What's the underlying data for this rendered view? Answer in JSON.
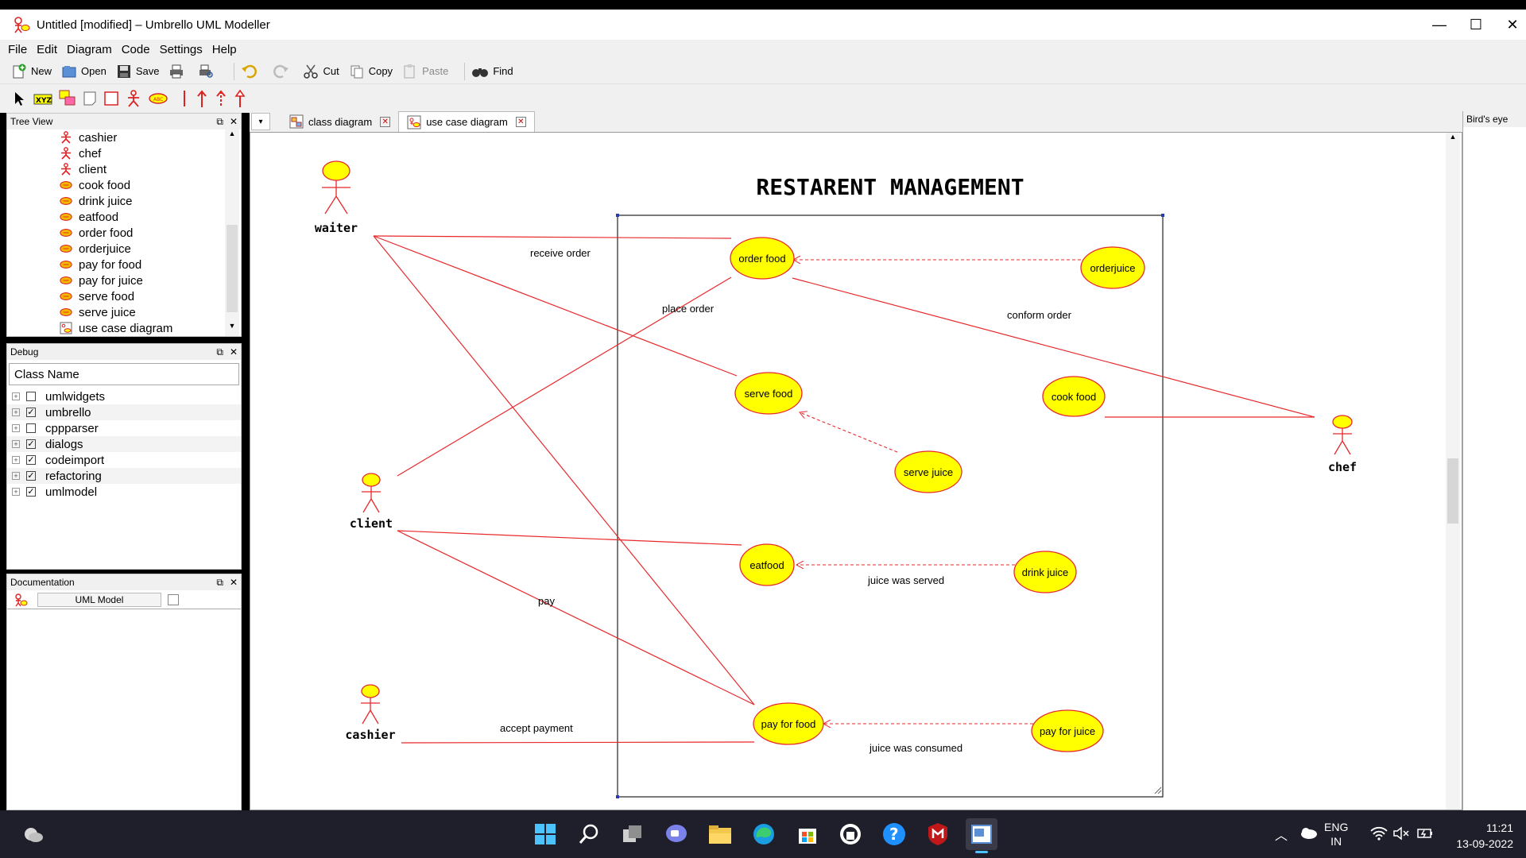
{
  "window": {
    "title": "Untitled [modified] – Umbrello UML Modeller"
  },
  "menu": [
    "File",
    "Edit",
    "Diagram",
    "Code",
    "Settings",
    "Help"
  ],
  "toolbar": {
    "new": "New",
    "open": "Open",
    "save": "Save",
    "cut": "Cut",
    "copy": "Copy",
    "paste": "Paste",
    "find": "Find"
  },
  "tree": {
    "title": "Tree View",
    "items": [
      {
        "label": "cashier",
        "icon": "actor-icon"
      },
      {
        "label": "chef",
        "icon": "actor-icon"
      },
      {
        "label": "client",
        "icon": "actor-icon"
      },
      {
        "label": "cook food",
        "icon": "usecase-icon"
      },
      {
        "label": "drink juice",
        "icon": "usecase-icon"
      },
      {
        "label": "eatfood",
        "icon": "usecase-icon"
      },
      {
        "label": "order food",
        "icon": "usecase-icon"
      },
      {
        "label": "orderjuice",
        "icon": "usecase-icon"
      },
      {
        "label": "pay for food",
        "icon": "usecase-icon"
      },
      {
        "label": "pay for juice",
        "icon": "usecase-icon"
      },
      {
        "label": "serve food",
        "icon": "usecase-icon"
      },
      {
        "label": "serve juice",
        "icon": "usecase-icon"
      },
      {
        "label": "use case diagram",
        "icon": "diagram-icon"
      }
    ]
  },
  "debug": {
    "title": "Debug",
    "column": "Class Name",
    "items": [
      {
        "label": "umlwidgets",
        "checked": false
      },
      {
        "label": "umbrello",
        "checked": true
      },
      {
        "label": "cppparser",
        "checked": false
      },
      {
        "label": "dialogs",
        "checked": true
      },
      {
        "label": "codeimport",
        "checked": true
      },
      {
        "label": "refactoring",
        "checked": true
      },
      {
        "label": "umlmodel",
        "checked": true
      }
    ]
  },
  "documentation": {
    "title": "Documentation",
    "field": "UML Model"
  },
  "tabs": [
    {
      "label": "class diagram",
      "active": false
    },
    {
      "label": "use case diagram",
      "active": true
    }
  ],
  "birdseye": {
    "title": "Bird's eye"
  },
  "diagram": {
    "title": "RESTARENT MANAGEMENT",
    "actors": {
      "waiter": "waiter",
      "client": "client",
      "cashier": "cashier",
      "chef": "chef"
    },
    "usecases": {
      "order_food": "order food",
      "orderjuice": "orderjuice",
      "serve_food": "serve food",
      "cook_food": "cook food",
      "serve_juice": "serve juice",
      "eatfood": "eatfood",
      "drink_juice": "drink juice",
      "pay_for_food": "pay for food",
      "pay_for_juice": "pay for juice"
    },
    "labels": {
      "receive_order": "receive order",
      "place_order": "place order",
      "conform_order": "conform order",
      "juice_was_served": "juice was served",
      "pay": "pay",
      "accept_payment": "accept payment",
      "juice_was_consumed": "juice was consumed"
    },
    "colors": {
      "line": "#e8282b",
      "usecase_fill": "#ffff00",
      "actor_fill": "#ffff00"
    }
  },
  "tray": {
    "lang": "ENG",
    "region": "IN",
    "time": "11:21",
    "date": "13-09-2022"
  }
}
